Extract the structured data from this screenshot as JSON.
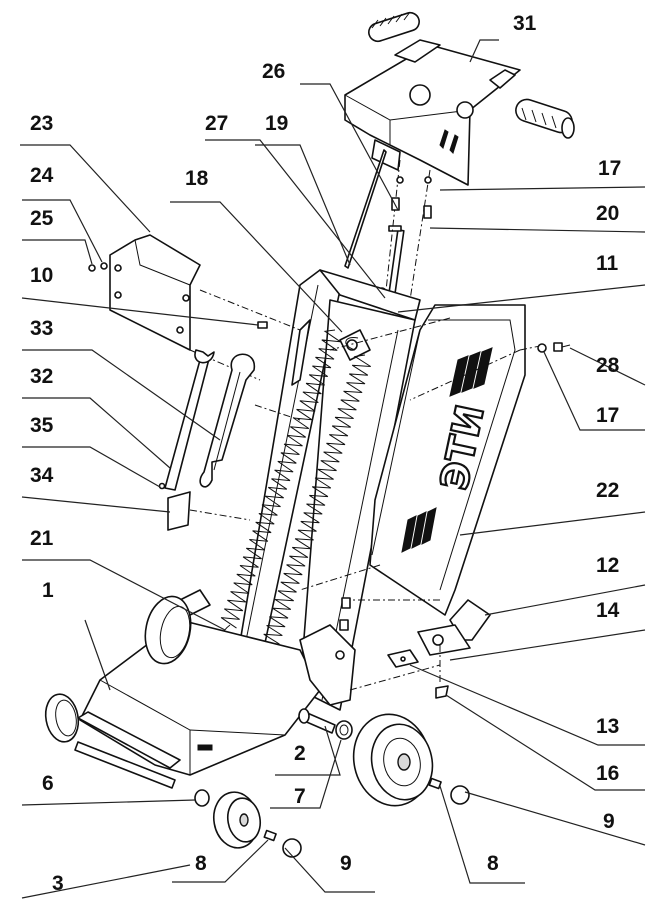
{
  "diagram": {
    "brand_mark": "ЭTИ",
    "callouts": [
      {
        "id": "c31",
        "text": "31"
      },
      {
        "id": "c26",
        "text": "26"
      },
      {
        "id": "c23",
        "text": "23"
      },
      {
        "id": "c27",
        "text": "27"
      },
      {
        "id": "c19",
        "text": "19"
      },
      {
        "id": "c24",
        "text": "24"
      },
      {
        "id": "c18",
        "text": "18"
      },
      {
        "id": "c17a",
        "text": "17"
      },
      {
        "id": "c25",
        "text": "25"
      },
      {
        "id": "c20",
        "text": "20"
      },
      {
        "id": "c10",
        "text": "10"
      },
      {
        "id": "c11",
        "text": "11"
      },
      {
        "id": "c33",
        "text": "33"
      },
      {
        "id": "c28",
        "text": "28"
      },
      {
        "id": "c32",
        "text": "32"
      },
      {
        "id": "c17b",
        "text": "17"
      },
      {
        "id": "c35",
        "text": "35"
      },
      {
        "id": "c34",
        "text": "34"
      },
      {
        "id": "c22",
        "text": "22"
      },
      {
        "id": "c21",
        "text": "21"
      },
      {
        "id": "c12",
        "text": "12"
      },
      {
        "id": "c1",
        "text": "1"
      },
      {
        "id": "c14",
        "text": "14"
      },
      {
        "id": "c13",
        "text": "13"
      },
      {
        "id": "c2",
        "text": "2"
      },
      {
        "id": "c16",
        "text": "16"
      },
      {
        "id": "c6",
        "text": "6"
      },
      {
        "id": "c7",
        "text": "7"
      },
      {
        "id": "c9a",
        "text": "9"
      },
      {
        "id": "c8a",
        "text": "8"
      },
      {
        "id": "c9b",
        "text": "9"
      },
      {
        "id": "c8b",
        "text": "8"
      },
      {
        "id": "c3",
        "text": "3"
      }
    ]
  }
}
